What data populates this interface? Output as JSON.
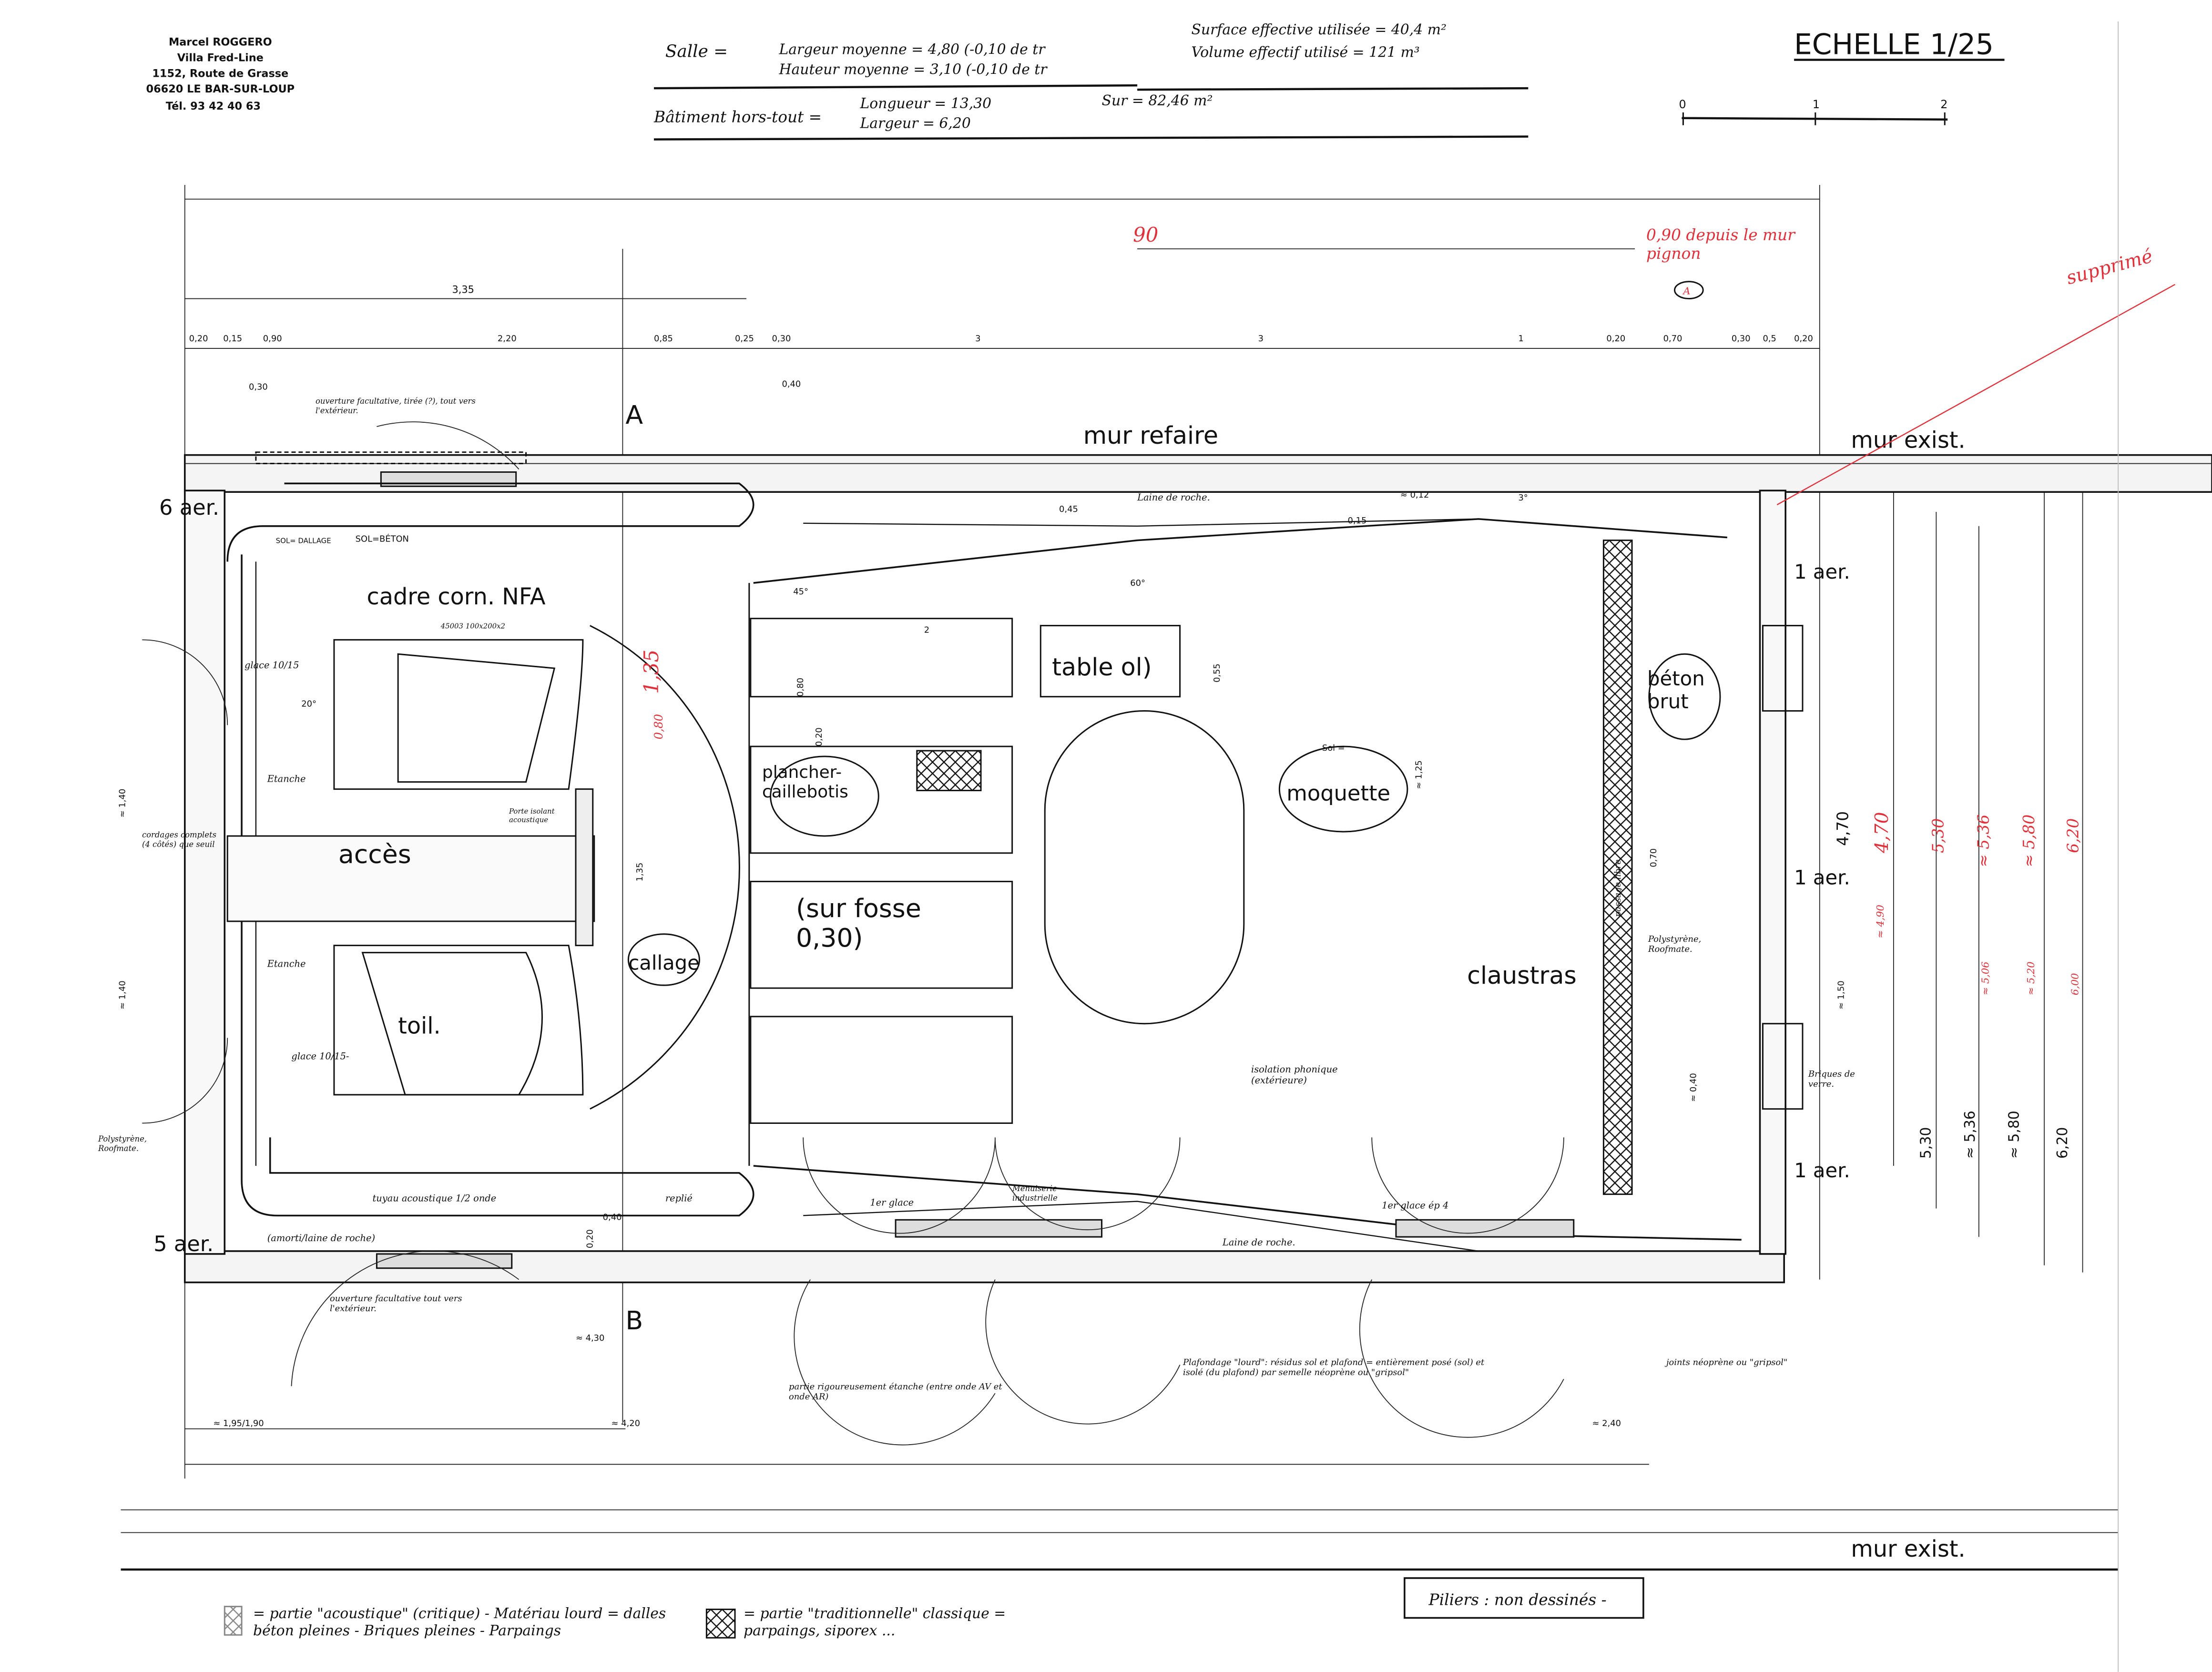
{
  "address": {
    "name": "Marcel ROGGERO",
    "line1": "Villa Fred-Line",
    "line2": "1152, Route de Grasse",
    "line3": "06620 LE BAR-SUR-LOUP",
    "phone": "Tél. 93 42 40 63"
  },
  "header": {
    "salle_label": "Salle =",
    "salle_largeur": "Largeur moyenne = 4,80  (-0,10 de tr",
    "salle_hauteur": "Hauteur moyenne = 3,10  (-0,10 de tr",
    "batiment_label": "Bâtiment hors-tout =",
    "batiment_longueur": "Longueur = 13,30",
    "batiment_largeur": "Largeur = 6,20",
    "surface_totale": "Sur = 82,46 m²",
    "surface_utile": "Surface effective utilisée = 40,4 m²",
    "volume_utile": "Volume effectif utilisé = 121 m³",
    "scale_title": "ECHELLE 1/25",
    "scale_ticks": [
      "0",
      "1",
      "2"
    ]
  },
  "dimensions": {
    "top_overall": "3,35",
    "row": [
      "0,20",
      "0,15",
      "0,90",
      "2,20",
      "0,85",
      "0,25",
      "0,30",
      "3",
      "3",
      "1",
      "0,20",
      "0,70",
      "0,30",
      "0,5",
      "0,20"
    ],
    "bottom": [
      "≈ 1,95/1,90",
      "≈ 4,20",
      "≈ 4,30",
      "≈ 2,40"
    ],
    "left_vertical": [
      "≈ 1,40",
      "≈ 1,40"
    ],
    "right_vertical": [
      "4,70",
      "5,30",
      "≈ 5,36",
      "≈ 5,80",
      "6,20"
    ],
    "misc": [
      "0,30",
      "0,40",
      "0,45",
      "0,15",
      "≈ 0,12",
      "2",
      "0,80",
      "0,20",
      "0,55",
      "≈ 1,25",
      "0,70",
      "≈ 1,50",
      "0,20",
      "0,40",
      "≈ 0,40",
      "1,35"
    ]
  },
  "labels": {
    "mur_refaire": "mur refaire",
    "mur_exist_top": "mur exist.",
    "mur_exist_bottom": "mur exist.",
    "section_a": "A",
    "section_b": "B",
    "aer_6": "6 aer.",
    "aer_5": "5 aer.",
    "aer_1": "1 aer.",
    "aer_1b": "1 aer.",
    "aer_1c": "1 aer.",
    "cadre": "cadre corn. NFA",
    "cadre_sub": "45003 100x200x2",
    "sol_dallage": "SOL= DALLAGE",
    "sol_beton": "SOL=BÉTON",
    "acces": "accès",
    "toil": "toil.",
    "callage": "callage",
    "plancher": "plancher-caillebotis",
    "sur_fosse": "(sur fosse 0,30)",
    "table": "table ol)",
    "moquette": "moquette",
    "sol_moquette": "Sol =",
    "beton_brut": "béton brut",
    "claustras": "claustras",
    "passage_libre": "passage libre",
    "laine_roche_top": "Laine de roche.",
    "laine_roche_bottom": "Laine de roche.",
    "ouverture_top": "ouverture facultative, tirée (?), tout vers l'extérieur.",
    "ouverture_bottom": "ouverture facultative tout vers l'extérieur.",
    "glace_top": "glace 10/15",
    "glace_bottom": "glace 10/15-",
    "etanche_top": "Etanche",
    "etanche_bottom": "Etanche",
    "cordages": "cordages complets (4 côtés) que seuil",
    "porte": "Porte isolant acoustique",
    "tuyau": "tuyau acoustique 1/2 onde",
    "replie": "replié",
    "amorti": "(amorti/laine de roche)",
    "polystyrene_left": "Polystyrène, Roofmate.",
    "polystyrene_right": "Polystyrène, Roofmate.",
    "briques": "Briques de verre.",
    "isolation": "isolation phonique (extérieure)",
    "glace_1a": "1er glace",
    "glace_1b": "1er glace ép 4",
    "menuiserie": "Menuiserie industrielle",
    "partie_etanche": "partie rigoureusement étanche (entre onde AV et onde AR)",
    "plafond": "Plafondage \"lourd\": résidus sol et plafond = entièrement posé (sol) et isolé (du plafond) par semelle néoprène ou \"gripsol\"",
    "joints": "joints néoprène ou \"gripsol\"",
    "angle_60": "60°",
    "angle_45": "45°",
    "angle_20": "20°",
    "angle_3": "3°"
  },
  "red_annotations": {
    "top_90": "90",
    "depuis": "0,90 depuis le mur pignon",
    "supprime": "supprimé",
    "sect_a": "A",
    "dims": [
      "4,70",
      "5,30",
      "≈ 5,36",
      "≈ 5,80",
      "6,20"
    ],
    "dims2": [
      "≈ 4,90",
      "≈ 5,06",
      "≈ 5,20",
      "6,00",
      "0,80",
      "1,35"
    ]
  },
  "legend": {
    "acoustique": "= partie \"acoustique\" (critique) - Matériau lourd = dalles béton pleines - Briques pleines - Parpaings",
    "traditionnelle": "= partie \"traditionnelle\" classique = parpaings, siporex ...",
    "piliers": "Piliers : non dessinés -"
  },
  "colors": {
    "ink": "#111111",
    "red": "#e0303a"
  }
}
